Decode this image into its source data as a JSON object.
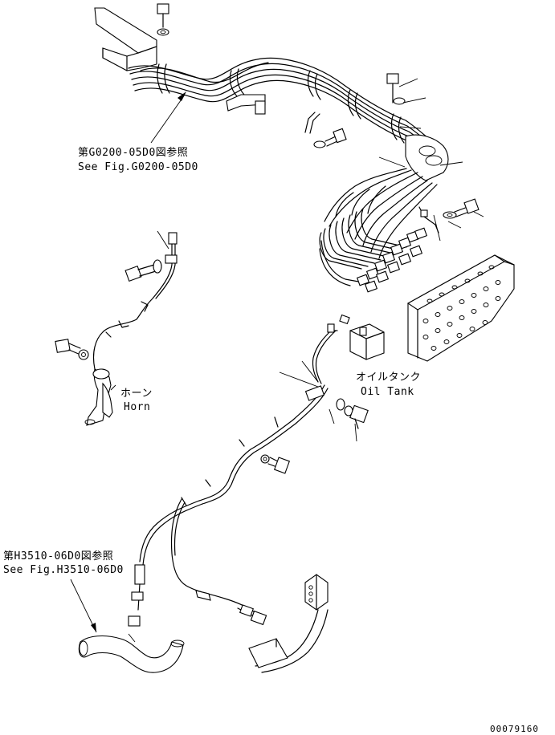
{
  "callouts": {
    "g0200_ja": "第G0200-05D0図参照",
    "g0200_en": "See Fig.G0200-05D0",
    "horn_ja": "ホーン",
    "horn_en": "Horn",
    "oil_tank_ja": "オイルタンク",
    "oil_tank_en": "Oil Tank",
    "h3510_ja": "第H3510-06D0図参照",
    "h3510_en": "See Fig.H3510-06D0"
  },
  "drawing_number": "00079160"
}
